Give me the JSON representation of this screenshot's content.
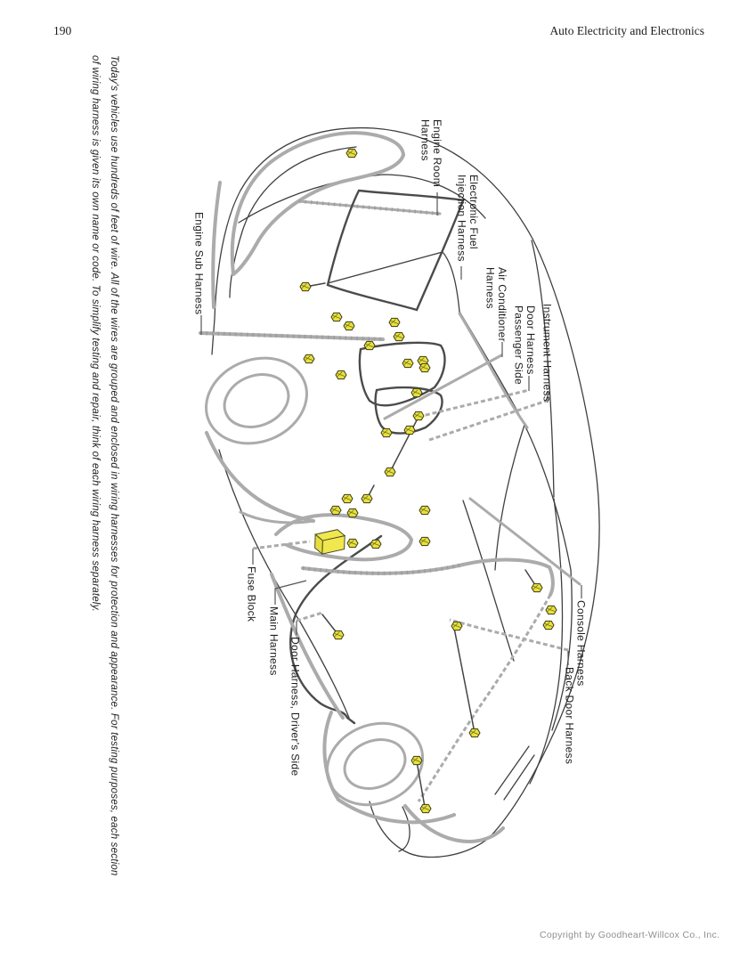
{
  "page": {
    "number": "190",
    "header_title": "Auto Electricity and Electronics",
    "copyright": "Copyright by Goodheart-Willcox Co., Inc."
  },
  "caption": {
    "line1": "Today's vehicles use hundreds of feet of wire. All of the wires are grouped and enclosed in wiring harnesses for protection and appearance. For testing purposes, each section",
    "line2": "of wiring harness is given its own name or code. To simplify testing and repair, think of each wiring harness separately."
  },
  "diagram": {
    "labels": [
      {
        "id": "engine-room-harness",
        "text": "Engine Room\nHarness"
      },
      {
        "id": "electronic-fuel-injection",
        "text": "Electronic Fuel\nInjection Harness"
      },
      {
        "id": "engine-sub-harness",
        "text": "Engine Sub Harness"
      },
      {
        "id": "air-conditioner-harness",
        "text": "Air Conditioner\nHarness"
      },
      {
        "id": "door-harness-passenger",
        "text": "Door Harness\nPassenger Side"
      },
      {
        "id": "instrument-harness",
        "text": "Instrument Harness"
      },
      {
        "id": "fuse-block",
        "text": "Fuse Block"
      },
      {
        "id": "main-harness",
        "text": "Main Harness"
      },
      {
        "id": "door-harness-drivers",
        "text": "Door Harness, Driver's Side"
      },
      {
        "id": "console-harness",
        "text": "Console Harness"
      },
      {
        "id": "back-door-harness",
        "text": "Back Door Harness"
      }
    ],
    "colors": {
      "connector_fill": "#e9e13b",
      "fuse_fill": "#f0e84e",
      "harness_gray": "#ababab",
      "harness_dark": "#4b4b4b",
      "body_line": "#3f3f3f",
      "leader_line": "#555555"
    }
  }
}
